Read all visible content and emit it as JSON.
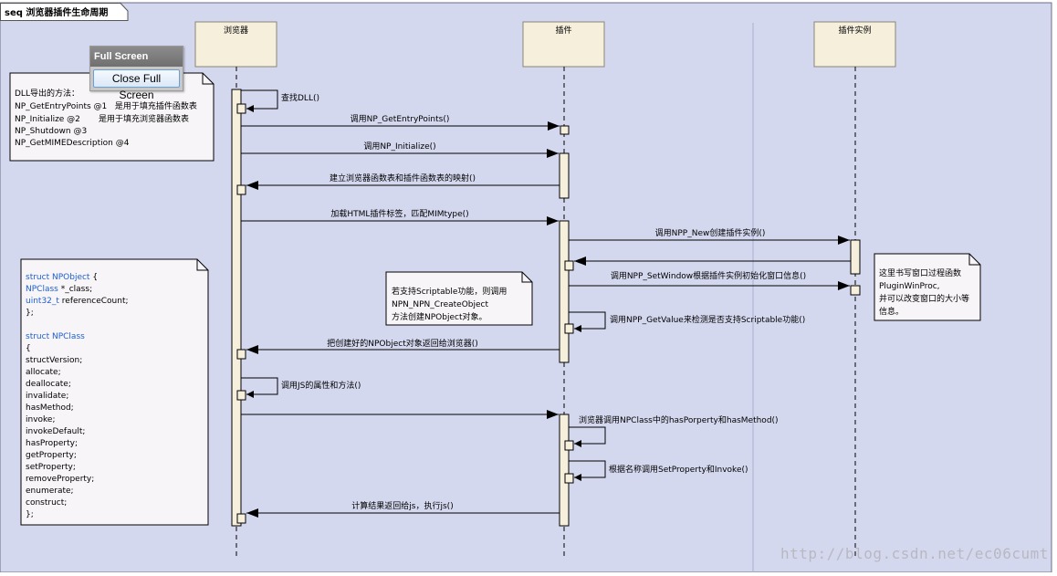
{
  "window": {
    "title": "seq 浏览器插件生命周期"
  },
  "popup": {
    "title": "Full Screen",
    "button_label": "Close Full Screen"
  },
  "lifelines": [
    {
      "id": "browser",
      "label": "浏览器"
    },
    {
      "id": "plugin",
      "label": "插件"
    },
    {
      "id": "instance",
      "label": "插件实例"
    }
  ],
  "messages": [
    {
      "label": "查找DLL()"
    },
    {
      "label": "调用NP_GetEntryPoints()"
    },
    {
      "label": "调用NP_Initialize()"
    },
    {
      "label": "建立浏览器函数表和插件函数表的映射()"
    },
    {
      "label": "加载HTML插件标签，匹配MIMtype()"
    },
    {
      "label": "调用NPP_New创建插件实例()"
    },
    {
      "label": ""
    },
    {
      "label": "调用NPP_SetWindow根据插件实例初始化窗口信息()"
    },
    {
      "label": "调用NPP_GetValue来检测是否支持Scriptable功能()"
    },
    {
      "label": "把创建好的NPObject对象返回给浏览器()"
    },
    {
      "label": "调用JS的属性和方法()"
    },
    {
      "label": ""
    },
    {
      "label": "浏览器调用NPClass中的hasPorperty和hasMethod()"
    },
    {
      "label": "根据名称调用SetProperty和Invoke()"
    },
    {
      "label": "计算结果返回给js，执行js()"
    }
  ],
  "notes": {
    "dll": [
      "DLL导出的方法：",
      "NP_GetEntryPoints @1   是用于填充插件函数表",
      "NP_Initialize @2       是用于填充浏览器函数表",
      "NP_Shutdown @3",
      "NP_GetMIMEDescription @4"
    ],
    "scriptable": [
      "若支持Scriptable功能，则调用",
      "NPN_NPN_CreateObject",
      "方法创建NPObject对象。"
    ],
    "window": [
      "这里书写窗口过程函数",
      "PluginWinProc,",
      "并可以改变窗口的大小等",
      "信息。"
    ],
    "code": [
      {
        "text": "struct NPObject {",
        "kw": [
          "struct",
          "NPObject"
        ]
      },
      {
        "text": "    NPClass *_class;",
        "kw": [
          "NPClass"
        ]
      },
      {
        "text": "    uint32_t referenceCount;",
        "kw": [
          "uint32_t"
        ]
      },
      {
        "text": "};",
        "kw": []
      },
      {
        "text": "",
        "kw": []
      },
      {
        "text": "struct NPClass",
        "kw": [
          "struct",
          "NPClass"
        ]
      },
      {
        "text": "{",
        "kw": []
      },
      {
        "text": "    structVersion;",
        "kw": []
      },
      {
        "text": "    allocate;",
        "kw": []
      },
      {
        "text": "    deallocate;",
        "kw": []
      },
      {
        "text": "    invalidate;",
        "kw": []
      },
      {
        "text": "    hasMethod;",
        "kw": []
      },
      {
        "text": "    invoke;",
        "kw": []
      },
      {
        "text": "    invokeDefault;",
        "kw": []
      },
      {
        "text": "    hasProperty;",
        "kw": []
      },
      {
        "text": "    getProperty;",
        "kw": []
      },
      {
        "text": "    setProperty;",
        "kw": []
      },
      {
        "text": "    removeProperty;",
        "kw": []
      },
      {
        "text": "    enumerate;",
        "kw": []
      },
      {
        "text": "    construct;",
        "kw": []
      },
      {
        "text": "};",
        "kw": []
      }
    ]
  },
  "watermark": "http://blog.csdn.net/ec06cumt",
  "colors": {
    "background": "#d4d8ef",
    "lifeline_head": "#f5efdc",
    "activation": "#f5efdc",
    "note": "#f7f5f7",
    "keyword": "#1f5fd0"
  }
}
